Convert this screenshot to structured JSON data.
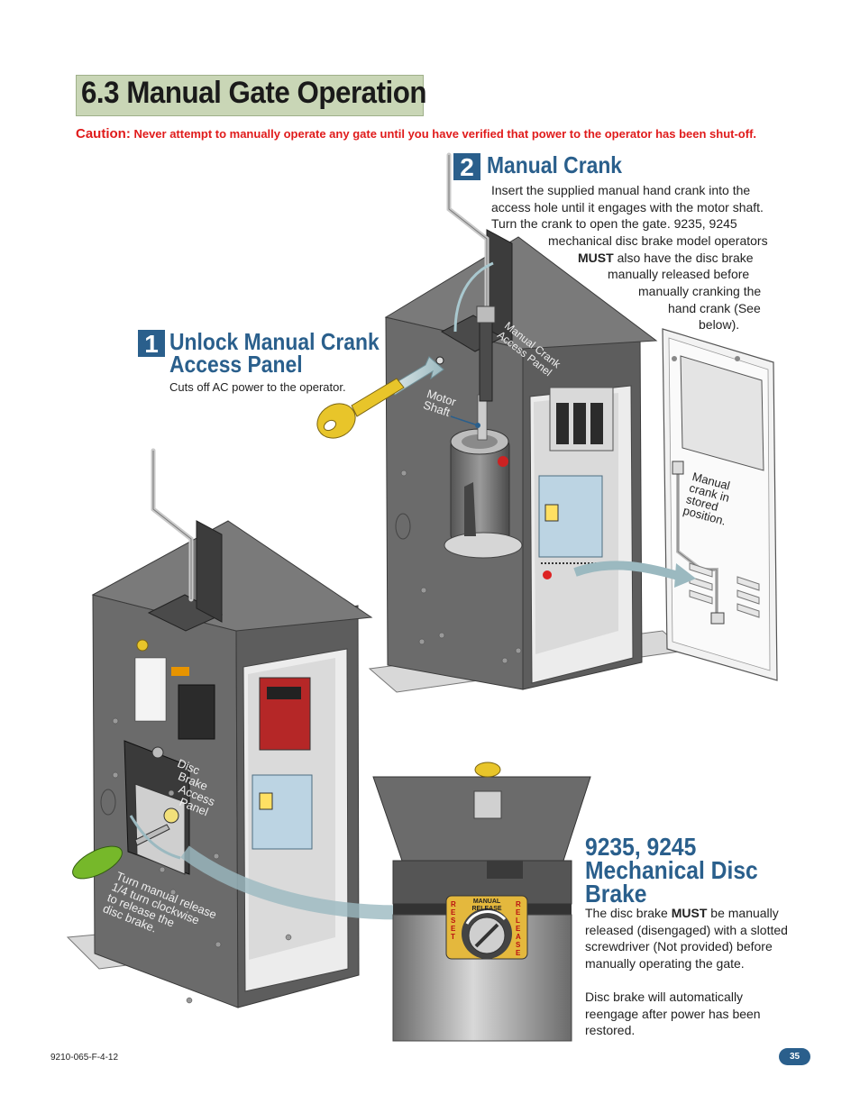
{
  "header": {
    "title": "6.3 Manual Gate Operation",
    "caution_label": "Caution:",
    "caution_text": "Never attempt to manually operate any gate until you have verified that power to the operator has been shut-off."
  },
  "section1": {
    "number": "1",
    "title_line1": "Unlock Manual Crank",
    "title_line2": "Access Panel",
    "caption": "Cuts off AC power to the operator."
  },
  "section2": {
    "number": "2",
    "title": "Manual Crank",
    "lines": [
      "Insert the supplied manual hand crank into the",
      "access hole until it engages with the motor shaft.",
      "Turn the crank to open the gate. 9235, 9245",
      "mechanical disc brake model operators",
      "also have the disc brake",
      "manually released before",
      "manually cranking the",
      "hand crank (See",
      "below)."
    ],
    "must": "MUST"
  },
  "section3": {
    "title_line1": "9235, 9245",
    "title_line2": "Mechanical Disc",
    "title_line3": "Brake",
    "p1_before": "The disc brake",
    "p1_must": "MUST",
    "p1_line1_after": "be manually",
    "p1_line2": "released (disengaged) with a slotted",
    "p1_line3": "screwdriver (Not provided) before",
    "p1_line4": "manually operating the gate.",
    "p2_line1": "Disc brake will automatically",
    "p2_line2": "reengage after power has been",
    "p2_line3": "restored."
  },
  "labels": {
    "manual_crank_access_panel_1": "Manual Crank",
    "manual_crank_access_panel_2": "Access Panel",
    "motor_shaft_1": "Motor",
    "motor_shaft_2": "Shaft",
    "stored_1": "Manual",
    "stored_2": "crank in",
    "stored_3": "stored",
    "stored_4": "position.",
    "disc_1": "Disc",
    "disc_2": "Brake",
    "disc_3": "Access",
    "disc_4": "Panel",
    "turn_1": "Turn manual release",
    "turn_2": "1/4 turn clockwise",
    "turn_3": "to release the",
    "turn_4": "disc brake.",
    "reset": "RESET",
    "release_vert": "RELEASE",
    "manual_release_1": "MANUAL",
    "manual_release_2": "RELEASE"
  },
  "footer": {
    "code": "9210-065-F-4-12",
    "page": "35"
  },
  "colors": {
    "accent": "#2a5f8c",
    "caution": "#e01b1b",
    "title_bg": "#c9d6b6",
    "cabinet": "#6e6e6e"
  }
}
